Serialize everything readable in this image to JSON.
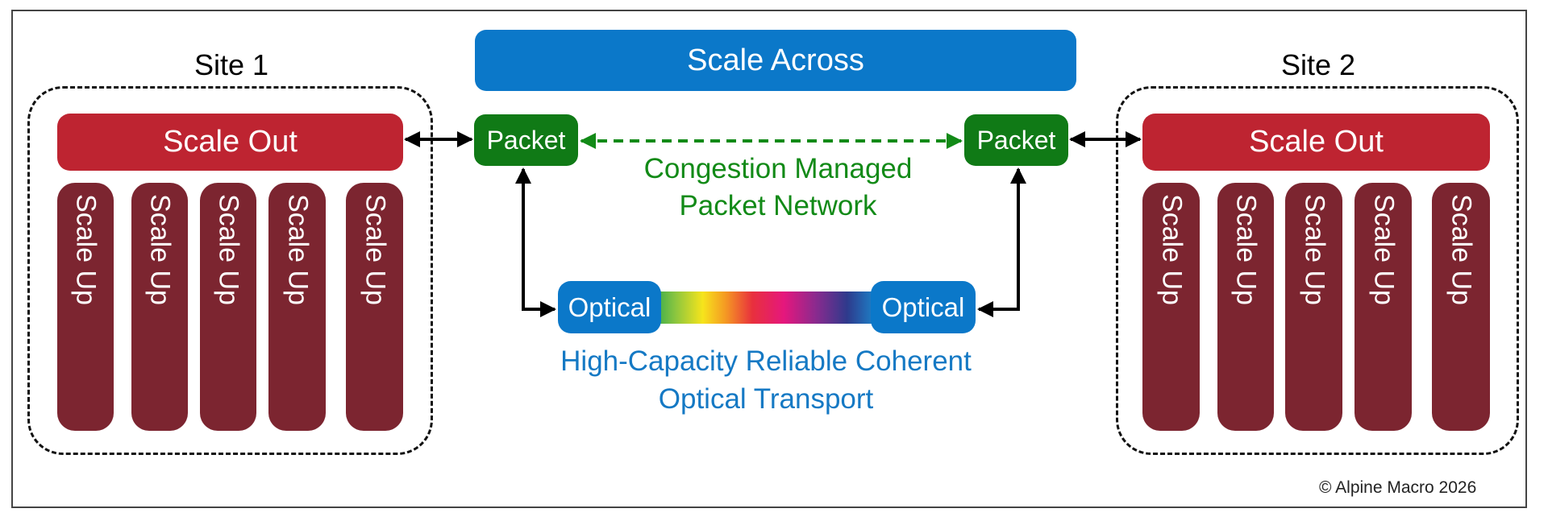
{
  "diagram": {
    "scale_across_label": "Scale Across",
    "sites": [
      {
        "label": "Site 1",
        "scale_out_label": "Scale Out",
        "scale_up_units": [
          "Scale Up",
          "Scale Up",
          "Scale Up",
          "Scale Up",
          "Scale Up"
        ]
      },
      {
        "label": "Site 2",
        "scale_out_label": "Scale Out",
        "scale_up_units": [
          "Scale Up",
          "Scale Up",
          "Scale Up",
          "Scale Up",
          "Scale Up"
        ]
      }
    ],
    "packet_nodes": [
      "Packet",
      "Packet"
    ],
    "optical_nodes": [
      "Optical",
      "Optical"
    ],
    "packet_network_caption": [
      "Congestion Managed",
      "Packet Network"
    ],
    "optical_transport_caption": [
      "High-Capacity Reliable Coherent",
      "Optical Transport"
    ],
    "copyright": "© Alpine Macro 2026",
    "colors": {
      "scale_out": "#be2431",
      "scale_up": "#7c2530",
      "scale_across": "#0b78c9",
      "packet": "#107a16",
      "optical": "#0b78c9",
      "packet_caption": "#128a17",
      "optical_caption": "#1579c4"
    }
  }
}
